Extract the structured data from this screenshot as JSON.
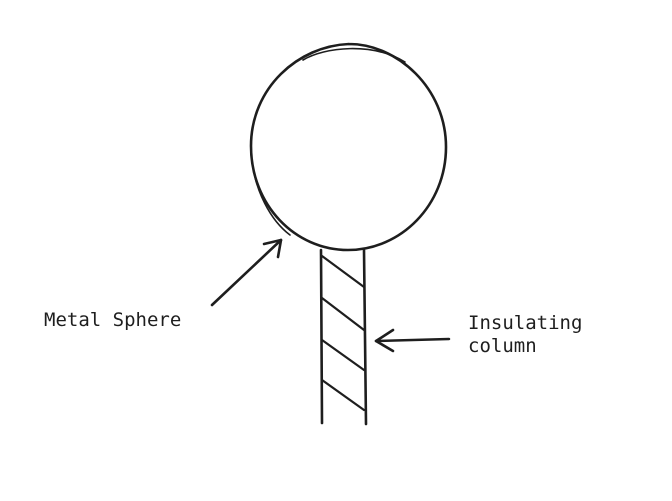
{
  "diagram": {
    "labels": {
      "metal_sphere": "Metal Sphere",
      "insulating_column_line1": "Insulating",
      "insulating_column_line2": "column"
    },
    "colors": {
      "stroke": "#1e1e1e",
      "background": "#ffffff"
    }
  }
}
